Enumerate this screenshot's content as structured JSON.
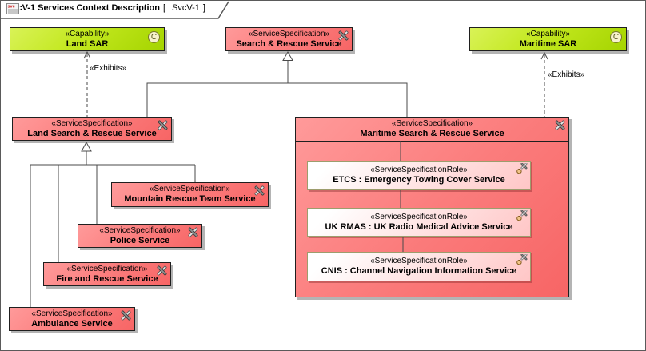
{
  "frame": {
    "title": "SvcV-1 Services Context Description",
    "bracket_open": "[",
    "diagram_ref": "SvcV-1",
    "bracket_close": "]",
    "tab_icon": "svcv-diagram-icon"
  },
  "icons": {
    "capability_letter": "C",
    "capability_badge": "capability-c-icon",
    "service_icon": "tools-icon",
    "role_icon": "role-tools-ball-icon"
  },
  "colors": {
    "capability_fill_light": "#d9f257",
    "capability_fill_dark": "#a5d400",
    "service_fill_light": "#ff9a9a",
    "service_fill_dark": "#f76565",
    "role_fill_light": "#ffffff",
    "role_fill_dark": "#ffc6c6",
    "role_border": "#9d9d6d",
    "node_border": "#1f1f1f",
    "wire": "#4a4a4a",
    "shadow": "#b4b4b4"
  },
  "nodes": {
    "land_sar": {
      "stereotype": "«Capability»",
      "name": "Land SAR"
    },
    "search_rescue_service": {
      "stereotype": "«ServiceSpecification»",
      "name": "Search & Rescue Service"
    },
    "maritime_sar": {
      "stereotype": "«Capability»",
      "name": "Maritime SAR"
    },
    "land_search_rescue_service": {
      "stereotype": "«ServiceSpecification»",
      "name": "Land Search & Rescue Service"
    },
    "mountain_rescue_team_service": {
      "stereotype": "«ServiceSpecification»",
      "name": "Mountain Rescue Team Service"
    },
    "police_service": {
      "stereotype": "«ServiceSpecification»",
      "name": "Police Service"
    },
    "fire_and_rescue_service": {
      "stereotype": "«ServiceSpecification»",
      "name": "Fire and Rescue Service"
    },
    "ambulance_service": {
      "stereotype": "«ServiceSpecification»",
      "name": "Ambulance Service"
    },
    "maritime_search_rescue_service": {
      "stereotype": "«ServiceSpecification»",
      "name": "Maritime Search & Rescue Service"
    },
    "etcs_role": {
      "stereotype": "«ServiceSpecificationRole»",
      "name": "ETCS : Emergency Towing Cover Service"
    },
    "uk_rmas_role": {
      "stereotype": "«ServiceSpecificationRole»",
      "name": "UK RMAS : UK Radio Medical Advice Service"
    },
    "cnis_role": {
      "stereotype": "«ServiceSpecificationRole»",
      "name": "CNIS : Channel Navigation Information Service"
    }
  },
  "relationships": [
    {
      "type": "generalization",
      "from": "Land Search & Rescue Service",
      "to": "Search & Rescue Service",
      "label": ""
    },
    {
      "type": "generalization",
      "from": "Maritime Search & Rescue Service",
      "to": "Search & Rescue Service",
      "label": ""
    },
    {
      "type": "exhibits",
      "from": "Land Search & Rescue Service",
      "to": "Land SAR",
      "label": "«Exhibits»"
    },
    {
      "type": "exhibits",
      "from": "Maritime Search & Rescue Service",
      "to": "Maritime SAR",
      "label": "«Exhibits»"
    },
    {
      "type": "generalization",
      "from": "Mountain Rescue Team Service",
      "to": "Land Search & Rescue Service",
      "label": ""
    },
    {
      "type": "generalization",
      "from": "Police Service",
      "to": "Land Search & Rescue Service",
      "label": ""
    },
    {
      "type": "generalization",
      "from": "Fire and Rescue Service",
      "to": "Land Search & Rescue Service",
      "label": ""
    },
    {
      "type": "generalization",
      "from": "Ambulance Service",
      "to": "Land Search & Rescue Service",
      "label": ""
    },
    {
      "type": "connector",
      "from": "Maritime Search & Rescue Service",
      "to": "ETCS : Emergency Towing Cover Service",
      "label": ""
    },
    {
      "type": "connector",
      "from": "ETCS : Emergency Towing Cover Service",
      "to": "UK RMAS : UK Radio Medical Advice Service",
      "label": ""
    },
    {
      "type": "connector",
      "from": "UK RMAS : UK Radio Medical Advice Service",
      "to": "CNIS : Channel Navigation Information Service",
      "label": ""
    }
  ]
}
